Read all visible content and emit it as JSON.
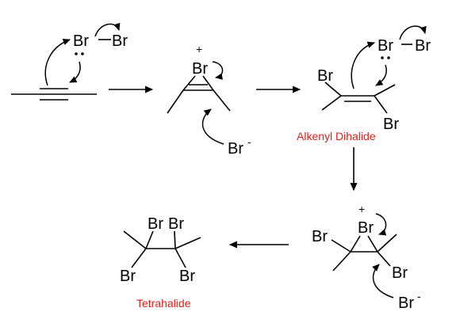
{
  "atoms": {
    "br": "Br"
  },
  "charges": {
    "plus": "+",
    "minus": "-"
  },
  "captions": {
    "alkenyl_dihalide": "Alkenyl Dihalide",
    "tetrahalide": "Tetrahalide"
  },
  "colors": {
    "caption": "#e0201b",
    "ink": "#000000"
  }
}
